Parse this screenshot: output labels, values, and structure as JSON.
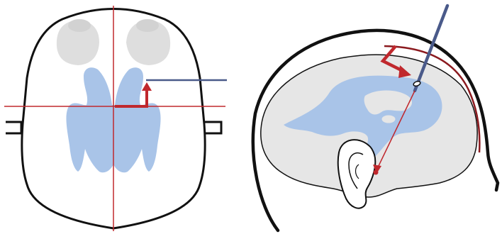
{
  "figure": {
    "panels": [
      {
        "id": "axial-view",
        "view": "axial"
      },
      {
        "id": "sagittal-view",
        "view": "sagittal"
      }
    ],
    "colors": {
      "ventricle": "#a9c4e8",
      "brain": "#e6e6e6",
      "eye": "#dcdcdc",
      "outline": "#111111",
      "reference_line": "#c0282d",
      "offset_arrow": "#c0282d",
      "catheter": "#4a5a8a",
      "target": "#c0282d"
    },
    "icons": [
      "skull-outline-icon",
      "ear-icon",
      "catheter-icon",
      "target-point-icon"
    ]
  }
}
